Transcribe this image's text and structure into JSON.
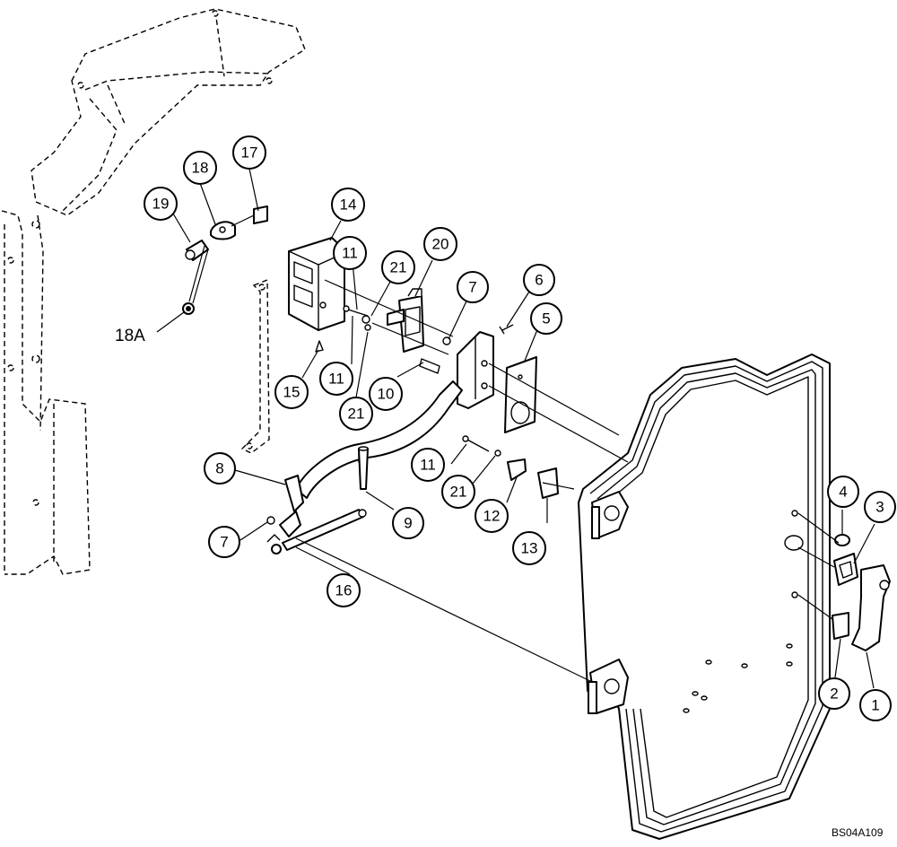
{
  "callouts": {
    "c1": "1",
    "c2": "2",
    "c3": "3",
    "c4": "4",
    "c5": "5",
    "c6": "6",
    "c7a": "7",
    "c7b": "7",
    "c8": "8",
    "c9": "9",
    "c10": "10",
    "c11a": "11",
    "c11b": "11",
    "c11c": "11",
    "c12": "12",
    "c13": "13",
    "c14": "14",
    "c15": "15",
    "c16": "16",
    "c17": "17",
    "c18": "18",
    "c19": "19",
    "c20": "20",
    "c21a": "21",
    "c21b": "21",
    "c21c": "21"
  },
  "label_18a": "18A",
  "reference_code": "BS04A109"
}
